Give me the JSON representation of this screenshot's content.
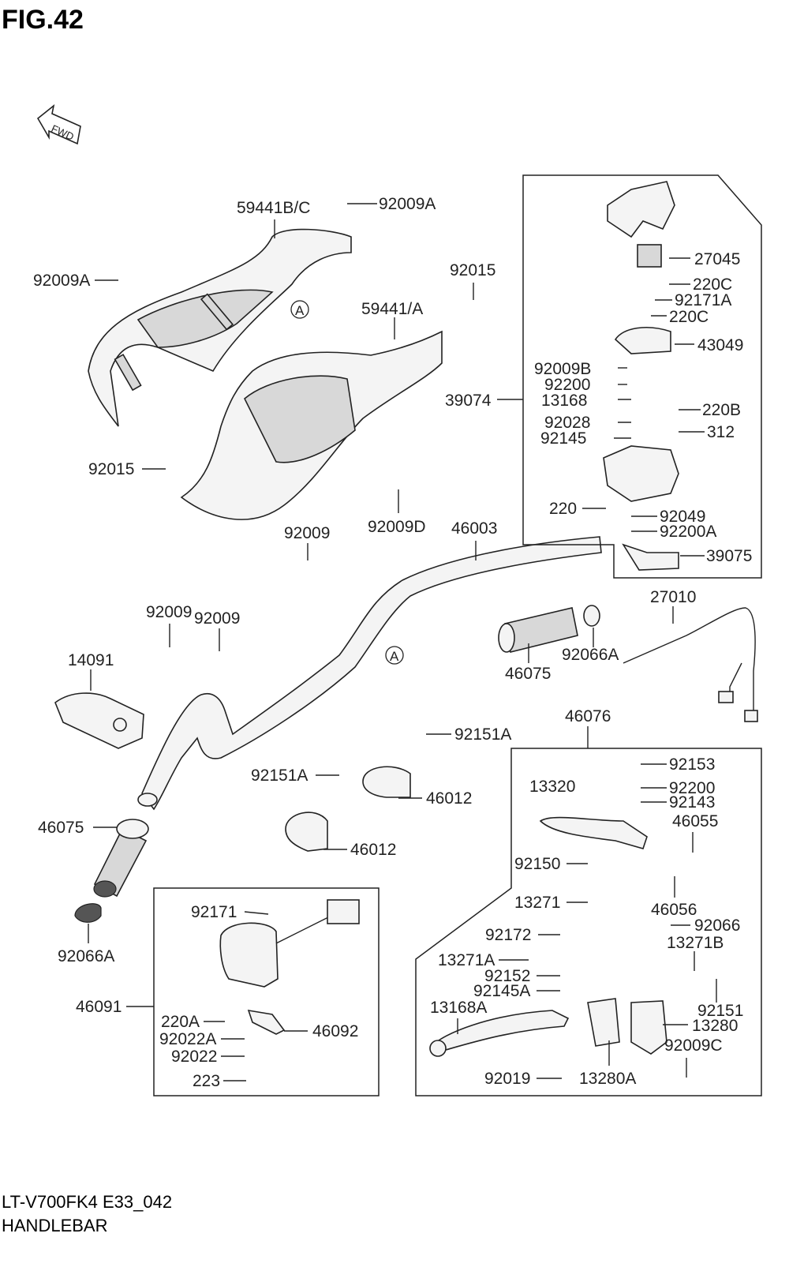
{
  "figure_title": "FIG.42",
  "fwd_label": "FWD",
  "footer": {
    "model": "LT-V700FK4 E33_042",
    "section": "HANDLEBAR"
  },
  "ref_marker": "A",
  "parts": [
    {
      "id": "p01",
      "label": "59441B/C"
    },
    {
      "id": "p02",
      "label": "92009A"
    },
    {
      "id": "p03",
      "label": "92009A"
    },
    {
      "id": "p04",
      "label": "92015"
    },
    {
      "id": "p05",
      "label": "59441/A"
    },
    {
      "id": "p06",
      "label": "92015"
    },
    {
      "id": "p07",
      "label": "92009"
    },
    {
      "id": "p08",
      "label": "92009D"
    },
    {
      "id": "p09",
      "label": "46003"
    },
    {
      "id": "p10",
      "label": "92009"
    },
    {
      "id": "p11",
      "label": "92009"
    },
    {
      "id": "p12",
      "label": "14091"
    },
    {
      "id": "p13",
      "label": "46075"
    },
    {
      "id": "p14",
      "label": "92066A"
    },
    {
      "id": "p15",
      "label": "27045"
    },
    {
      "id": "p16",
      "label": "220C"
    },
    {
      "id": "p17",
      "label": "92171A"
    },
    {
      "id": "p18",
      "label": "220C"
    },
    {
      "id": "p19",
      "label": "43049"
    },
    {
      "id": "p20",
      "label": "92009B"
    },
    {
      "id": "p21",
      "label": "92200"
    },
    {
      "id": "p22",
      "label": "13168"
    },
    {
      "id": "p23",
      "label": "39074"
    },
    {
      "id": "p24",
      "label": "92028"
    },
    {
      "id": "p25",
      "label": "220B"
    },
    {
      "id": "p26",
      "label": "92145"
    },
    {
      "id": "p27",
      "label": "312"
    },
    {
      "id": "p28",
      "label": "220"
    },
    {
      "id": "p29",
      "label": "92049"
    },
    {
      "id": "p30",
      "label": "92200A"
    },
    {
      "id": "p31",
      "label": "39075"
    },
    {
      "id": "p32",
      "label": "27010"
    },
    {
      "id": "p33",
      "label": "92066A"
    },
    {
      "id": "p34",
      "label": "46075"
    },
    {
      "id": "p35",
      "label": "92151A"
    },
    {
      "id": "p36",
      "label": "92151A"
    },
    {
      "id": "p37",
      "label": "46012"
    },
    {
      "id": "p38",
      "label": "46012"
    },
    {
      "id": "p39",
      "label": "46076"
    },
    {
      "id": "p40",
      "label": "92153"
    },
    {
      "id": "p41",
      "label": "13320"
    },
    {
      "id": "p42",
      "label": "92200"
    },
    {
      "id": "p43",
      "label": "92143"
    },
    {
      "id": "p44",
      "label": "46055"
    },
    {
      "id": "p45",
      "label": "92150"
    },
    {
      "id": "p46",
      "label": "13271"
    },
    {
      "id": "p47",
      "label": "46056"
    },
    {
      "id": "p48",
      "label": "92066"
    },
    {
      "id": "p49",
      "label": "92172"
    },
    {
      "id": "p50",
      "label": "13271B"
    },
    {
      "id": "p51",
      "label": "13271A"
    },
    {
      "id": "p52",
      "label": "92152"
    },
    {
      "id": "p53",
      "label": "92145A"
    },
    {
      "id": "p54",
      "label": "13168A"
    },
    {
      "id": "p55",
      "label": "92151"
    },
    {
      "id": "p56",
      "label": "13280"
    },
    {
      "id": "p57",
      "label": "92009C"
    },
    {
      "id": "p58",
      "label": "92019"
    },
    {
      "id": "p59",
      "label": "13280A"
    },
    {
      "id": "p60",
      "label": "92171"
    },
    {
      "id": "p61",
      "label": "46091"
    },
    {
      "id": "p62",
      "label": "220A"
    },
    {
      "id": "p63",
      "label": "92022A"
    },
    {
      "id": "p64",
      "label": "46092"
    },
    {
      "id": "p65",
      "label": "92022"
    },
    {
      "id": "p66",
      "label": "223"
    }
  ]
}
